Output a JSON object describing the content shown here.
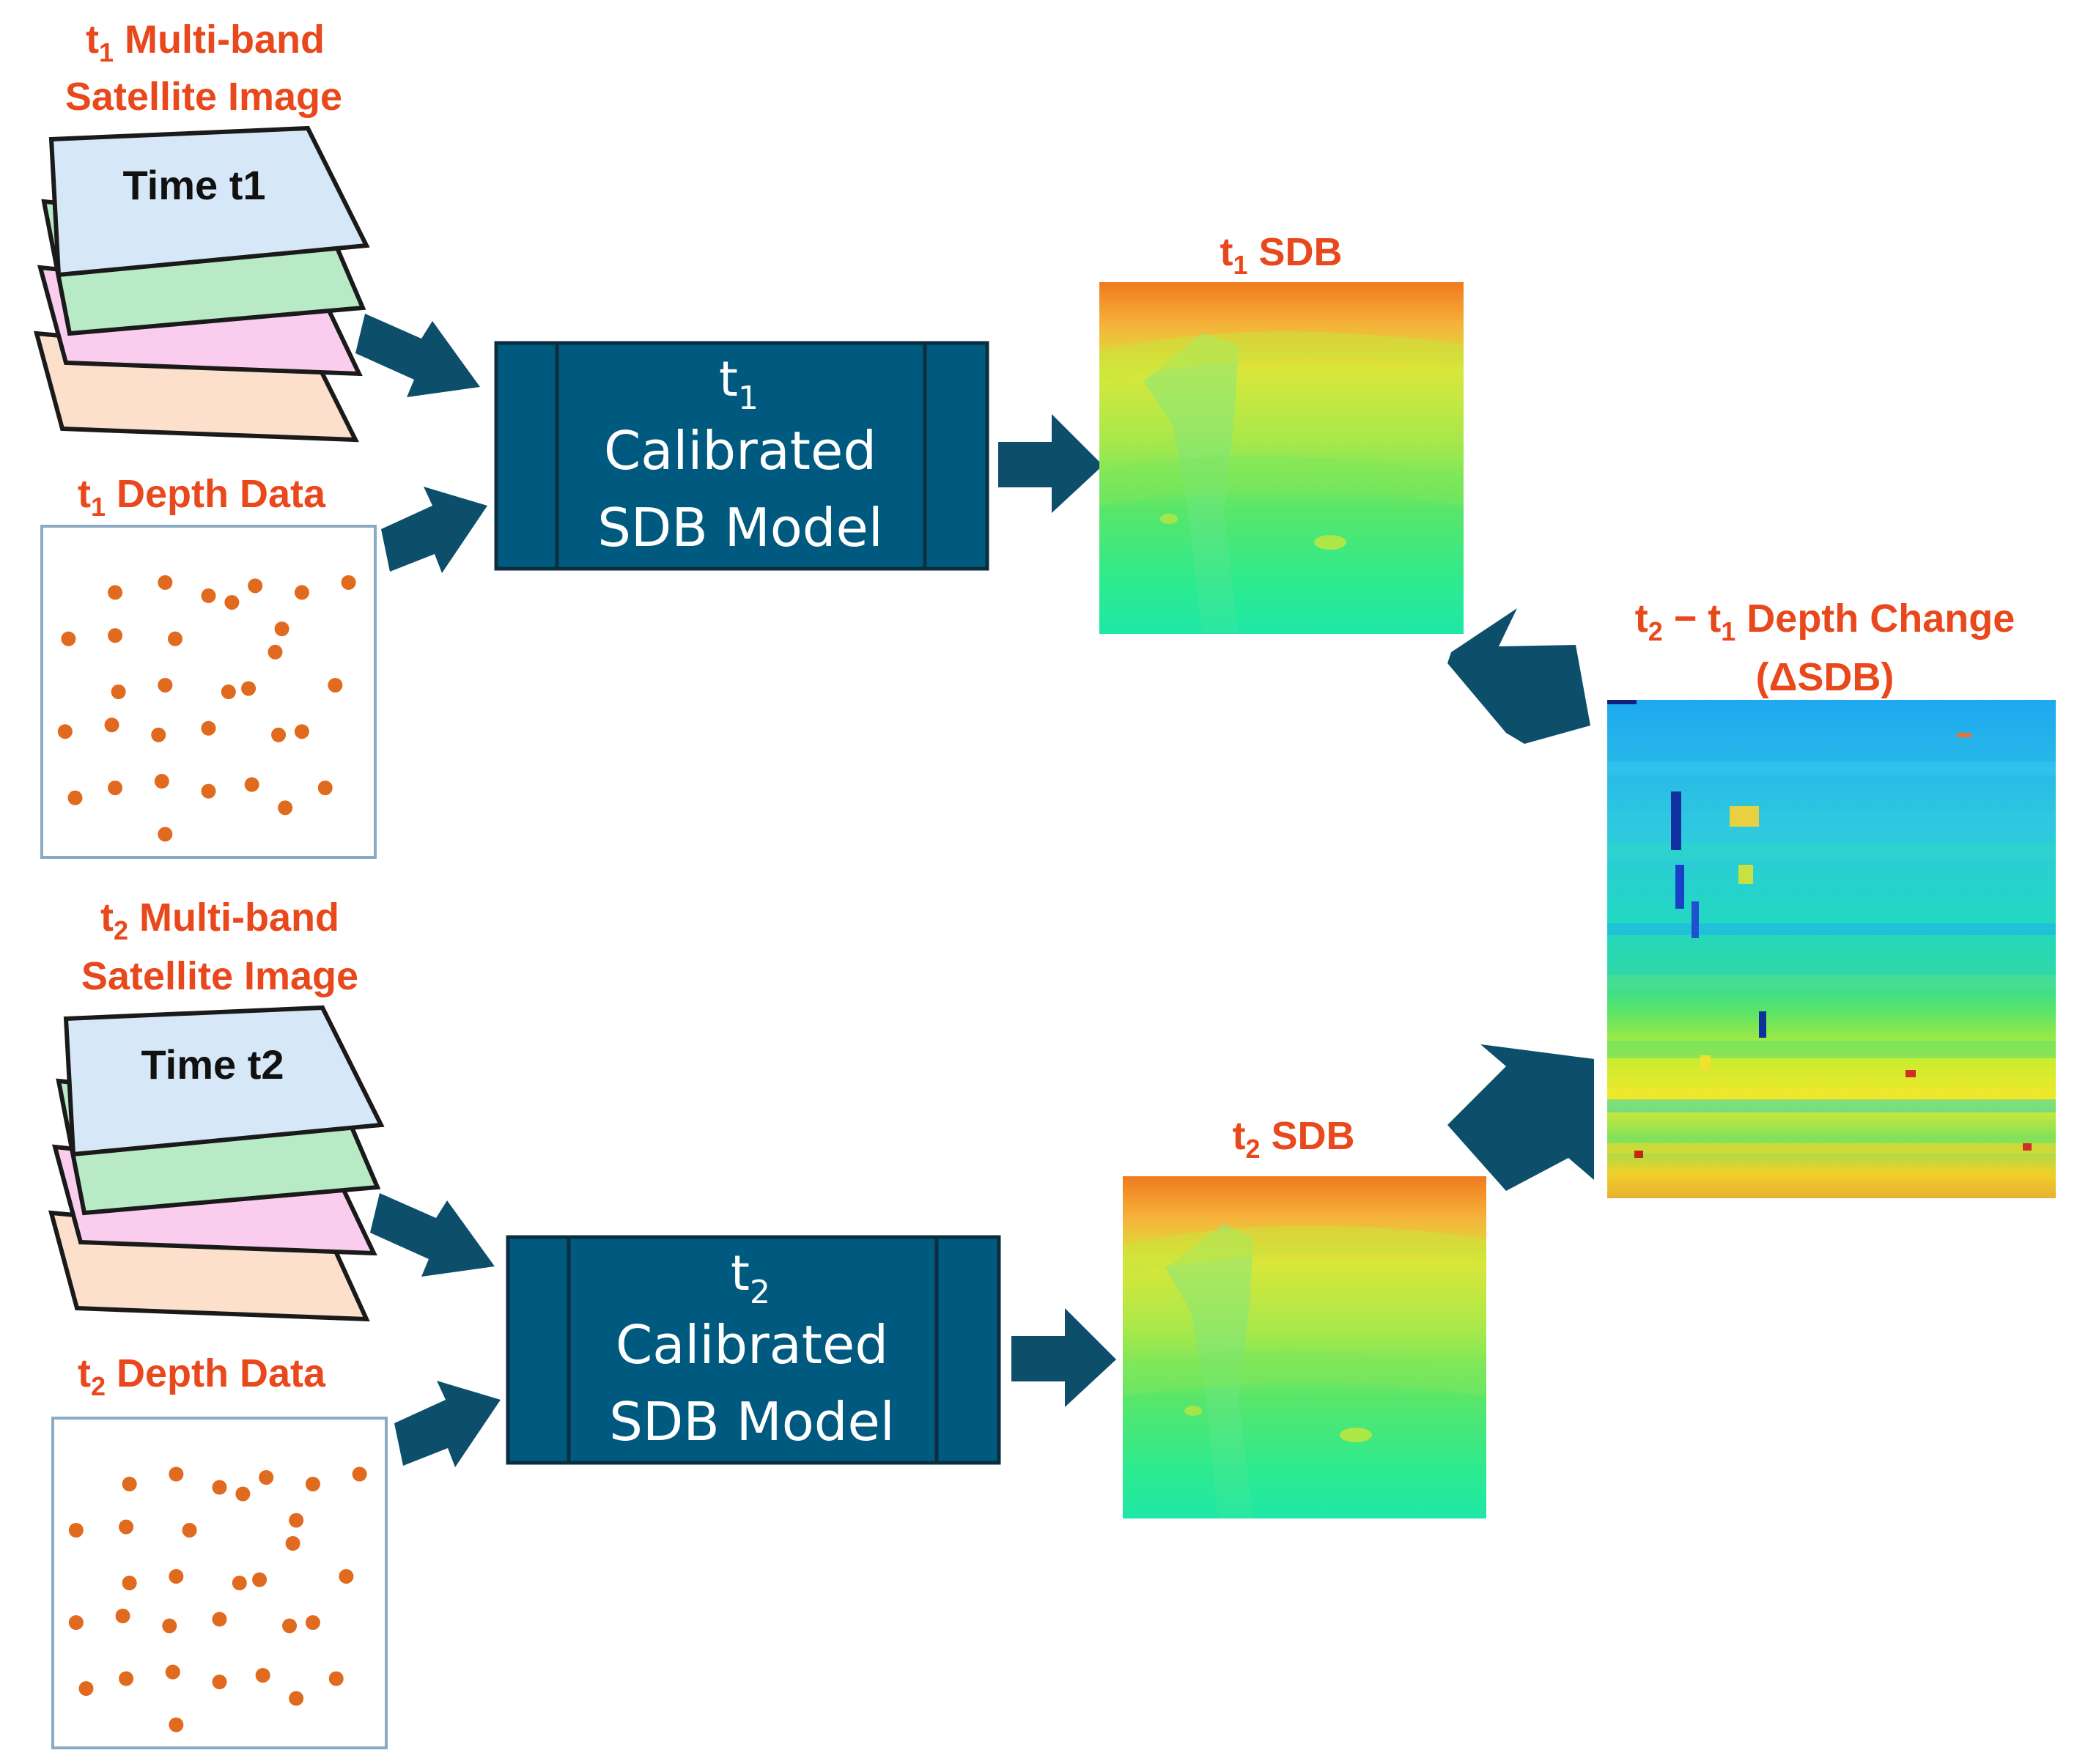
{
  "colors": {
    "label": "#E8481B",
    "model_box": "#005A7F",
    "arrow": "#0D4F6B",
    "depth_point": "#E06A1E",
    "layer_blue": "#D6E8F7",
    "layer_green": "#B8EAC5",
    "layer_pink": "#FACDEF",
    "layer_peach": "#FCE0CC"
  },
  "t1": {
    "image_title": {
      "sub": "1",
      "line1": " Multi-band",
      "line2": "Satellite Image"
    },
    "layer_label": "Time t1",
    "depth_title": {
      "sub": "1",
      "rest": " Depth Data"
    },
    "model": {
      "sub": "1",
      "line2": "Calibrated",
      "line3": "SDB Model"
    },
    "sdb_title": {
      "sub": "1",
      "rest": " SDB"
    },
    "depth_points": [
      [
        0.22,
        0.2
      ],
      [
        0.37,
        0.17
      ],
      [
        0.5,
        0.21
      ],
      [
        0.57,
        0.23
      ],
      [
        0.64,
        0.18
      ],
      [
        0.78,
        0.2
      ],
      [
        0.92,
        0.17
      ],
      [
        0.08,
        0.34
      ],
      [
        0.22,
        0.33
      ],
      [
        0.4,
        0.34
      ],
      [
        0.72,
        0.31
      ],
      [
        0.7,
        0.38
      ],
      [
        0.23,
        0.5
      ],
      [
        0.37,
        0.48
      ],
      [
        0.56,
        0.5
      ],
      [
        0.62,
        0.49
      ],
      [
        0.88,
        0.48
      ],
      [
        0.07,
        0.62
      ],
      [
        0.21,
        0.6
      ],
      [
        0.35,
        0.63
      ],
      [
        0.5,
        0.61
      ],
      [
        0.71,
        0.63
      ],
      [
        0.78,
        0.62
      ],
      [
        0.1,
        0.82
      ],
      [
        0.22,
        0.79
      ],
      [
        0.36,
        0.77
      ],
      [
        0.5,
        0.8
      ],
      [
        0.63,
        0.78
      ],
      [
        0.73,
        0.85
      ],
      [
        0.85,
        0.79
      ],
      [
        0.37,
        0.93
      ]
    ]
  },
  "t2": {
    "image_title": {
      "sub": "2",
      "line1": " Multi-band",
      "line2": "Satellite Image"
    },
    "layer_label": "Time t2",
    "depth_title": {
      "sub": "2",
      "rest": " Depth Data"
    },
    "model": {
      "sub": "2",
      "line2": "Calibrated",
      "line3": "SDB Model"
    },
    "sdb_title": {
      "sub": "2",
      "rest": " SDB"
    },
    "depth_points": [
      [
        0.23,
        0.2
      ],
      [
        0.37,
        0.17
      ],
      [
        0.5,
        0.21
      ],
      [
        0.57,
        0.23
      ],
      [
        0.64,
        0.18
      ],
      [
        0.78,
        0.2
      ],
      [
        0.92,
        0.17
      ],
      [
        0.07,
        0.34
      ],
      [
        0.22,
        0.33
      ],
      [
        0.41,
        0.34
      ],
      [
        0.73,
        0.31
      ],
      [
        0.72,
        0.38
      ],
      [
        0.23,
        0.5
      ],
      [
        0.37,
        0.48
      ],
      [
        0.56,
        0.5
      ],
      [
        0.62,
        0.49
      ],
      [
        0.88,
        0.48
      ],
      [
        0.07,
        0.62
      ],
      [
        0.21,
        0.6
      ],
      [
        0.35,
        0.63
      ],
      [
        0.5,
        0.61
      ],
      [
        0.71,
        0.63
      ],
      [
        0.78,
        0.62
      ],
      [
        0.1,
        0.82
      ],
      [
        0.22,
        0.79
      ],
      [
        0.36,
        0.77
      ],
      [
        0.5,
        0.8
      ],
      [
        0.63,
        0.78
      ],
      [
        0.73,
        0.85
      ],
      [
        0.85,
        0.79
      ],
      [
        0.37,
        0.93
      ]
    ]
  },
  "change": {
    "sub2": "2",
    "dash": " − t",
    "sub1": "1",
    "rest": " Depth Change",
    "line2": "(ΔSDB)"
  }
}
